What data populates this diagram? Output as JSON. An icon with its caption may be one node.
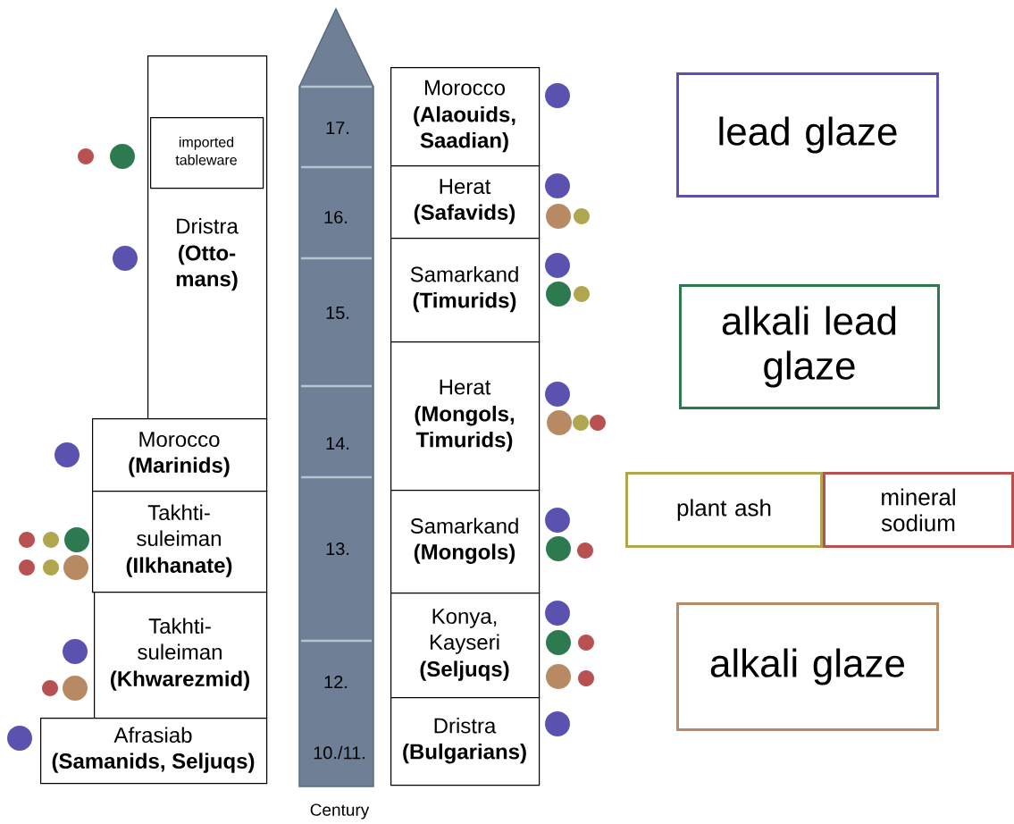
{
  "diagram": {
    "nodes": [
      {
        "text": [
          "Dristra",
          "(Otto-mans)"
        ]
      },
      {
        "text": [
          "imported tableware"
        ],
        "in": 0
      },
      {
        "text": [
          "Morocco",
          "(Marinids)"
        ]
      },
      {
        "text": [
          "Takhti-suleiman",
          "(Ilkhanate)"
        ]
      },
      {
        "text": [
          "Takhti-suleiman",
          "(Khwarezmid)"
        ]
      },
      {
        "text": [
          "Afrasiab",
          "(Samanids, Seljuqs)"
        ]
      },
      {
        "text": [
          "Morocco",
          "(Alaouids, Saadian)"
        ]
      },
      {
        "text": [
          "Herat",
          "(Safavids)"
        ]
      },
      {
        "text": [
          "Samarkand",
          "(Timurids)"
        ]
      },
      {
        "text": [
          "Herat",
          "(Mongols, Timurids)"
        ]
      },
      {
        "text": [
          "Samarkand",
          "(Mongols)"
        ]
      },
      {
        "text": [
          "Konya, Kayseri",
          "(Seljuqs)"
        ]
      },
      {
        "text": [
          "Dristra",
          "(Bulgarians)"
        ]
      }
    ],
    "labels": [
      "17.",
      "16.",
      "15.",
      "14.",
      "13.",
      "12.",
      "10./11.",
      "Century"
    ],
    "legend": [
      {
        "text": "lead glaze",
        "color": "#5b52b0"
      },
      {
        "text": "alkali lead glaze",
        "color": "#2e7a50"
      },
      {
        "text": "plant ash",
        "color": "#b0a650"
      },
      {
        "text": "mineral sodium",
        "color": "#b85252"
      },
      {
        "text": "alkali glaze",
        "color": "#b88a64"
      }
    ]
  }
}
